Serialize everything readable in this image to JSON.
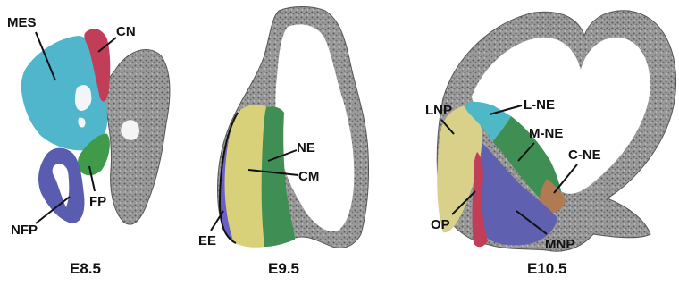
{
  "panels": [
    {
      "stage": "E8.5",
      "labels": {
        "mes": "MES",
        "cn": "CN",
        "fp": "FP",
        "nfp": "NFP"
      }
    },
    {
      "stage": "E9.5",
      "labels": {
        "ne": "NE",
        "cm": "CM",
        "ee": "EE"
      }
    },
    {
      "stage": "E10.5",
      "labels": {
        "lnp": "LNP",
        "lne": "L-NE",
        "mne": "M-NE",
        "cne": "C-NE",
        "op": "OP",
        "mnp": "MNP"
      }
    }
  ],
  "colors": {
    "tissue_gray": "#8a8a8a",
    "tissue_dark": "#5e5e5e",
    "mes_cyan": "#4fb6cc",
    "cn_red": "#c23d57",
    "fp_green": "#3f9a4a",
    "nfp_blue": "#5a5cb0",
    "ee_purple": "#6a5fc4",
    "cm_yellow": "#d8d17a",
    "ne_green": "#3f8f55",
    "lnp_yellow": "#d9d08a",
    "lne_cyan": "#4fb8c6",
    "mne_green": "#3f8f55",
    "cne_brown": "#b07a52",
    "op_red": "#c23d57",
    "mnp_blue": "#6060b0"
  }
}
